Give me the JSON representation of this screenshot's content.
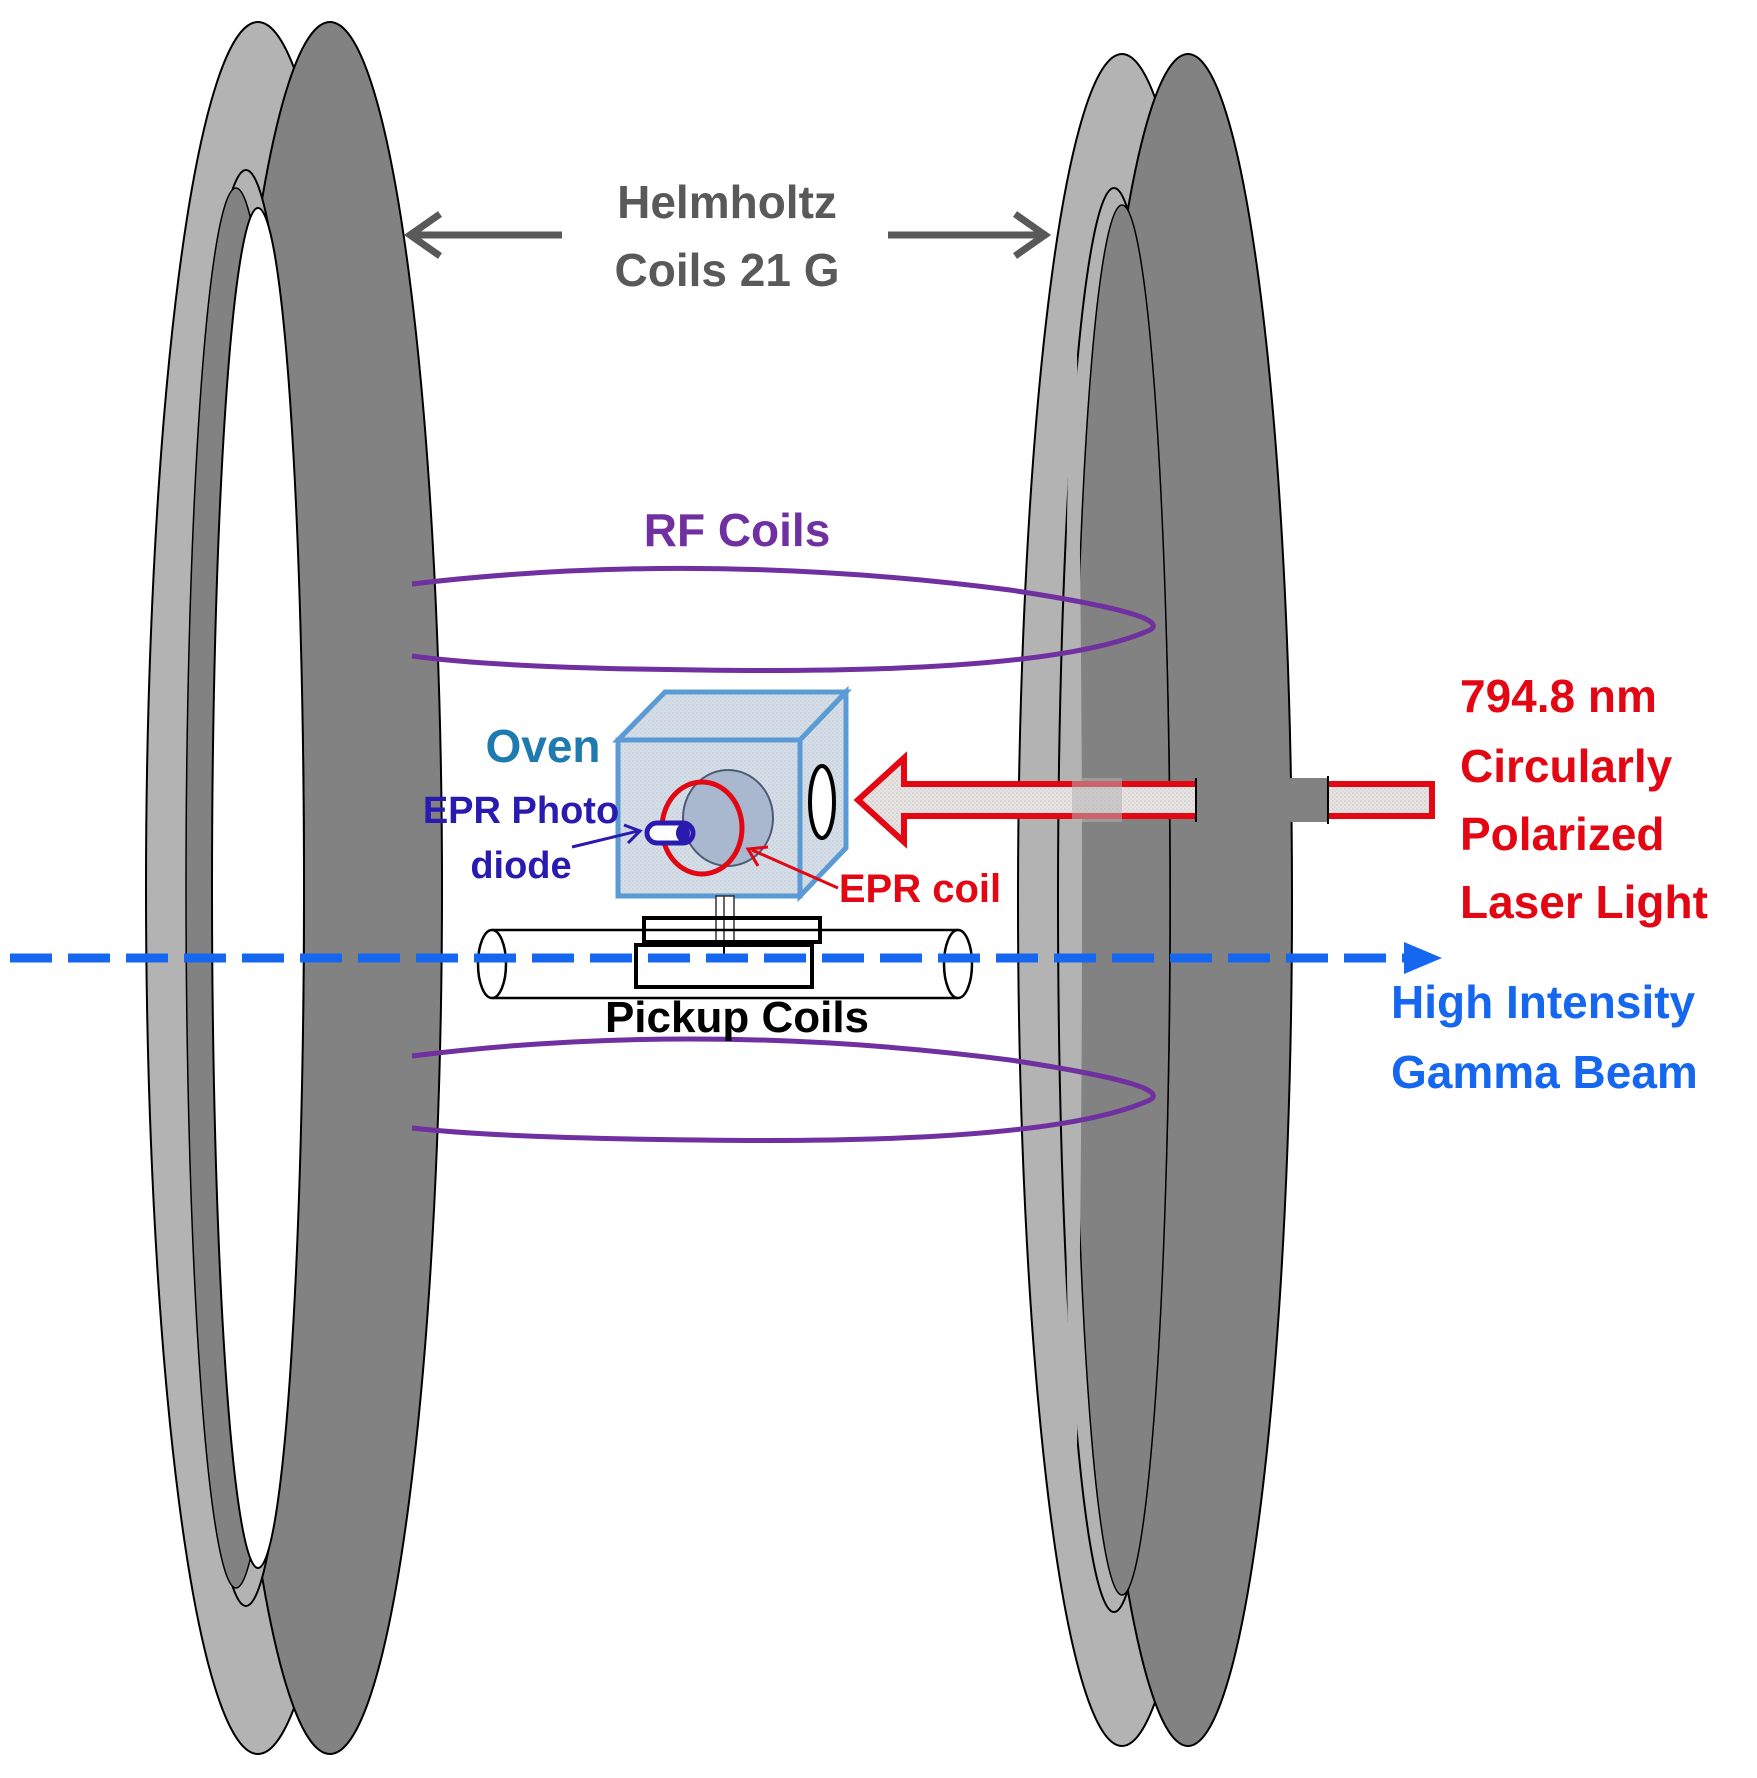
{
  "labels": {
    "helmholtz_line1": "Helmholtz",
    "helmholtz_line2": "Coils 21 G",
    "rf_coils": "RF Coils",
    "oven": "Oven",
    "epr_photodiode_line1": "EPR Photo",
    "epr_photodiode_line2": "diode",
    "epr_coil": "EPR coil",
    "pickup_coils": "Pickup Coils",
    "laser_line1": "794.8 nm",
    "laser_line2": "Circularly",
    "laser_line3": "Polarized",
    "laser_line4": "Laser Light",
    "beam_line1": "High Intensity",
    "beam_line2": "Gamma Beam"
  },
  "colors": {
    "coil_light": "#b3b3b3",
    "coil_dark": "#828282",
    "helmholtz_text": "#595959",
    "rf_coil": "#7030a0",
    "oven_frame": "#5b9bd5",
    "oven_text": "#1f7ab0",
    "epr_photodiode": "#2a1bb0",
    "laser_red": "#e30613",
    "gamma_blue": "#1667f0"
  }
}
